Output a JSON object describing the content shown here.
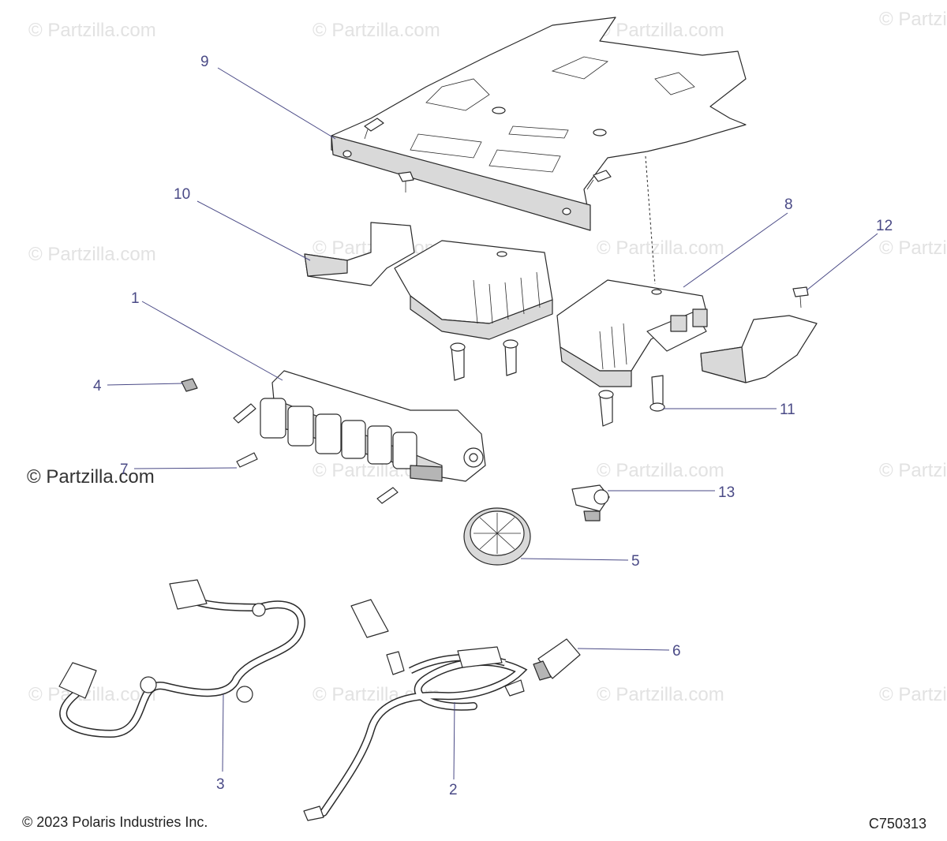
{
  "watermark_text": "© Partzilla.com",
  "copyright": "© 2023 Polaris Industries Inc.",
  "drawing_id": "C750313",
  "callouts": {
    "c1": "1",
    "c2": "2",
    "c3": "3",
    "c4": "4",
    "c5": "5",
    "c6": "6",
    "c7": "7",
    "c8": "8",
    "c9": "9",
    "c10": "10",
    "c11": "11",
    "c12": "12",
    "c13": "13"
  },
  "colors": {
    "callout": "#4a4a86",
    "line_art": "#2a2a2a",
    "watermark": "#e2e2e2"
  }
}
